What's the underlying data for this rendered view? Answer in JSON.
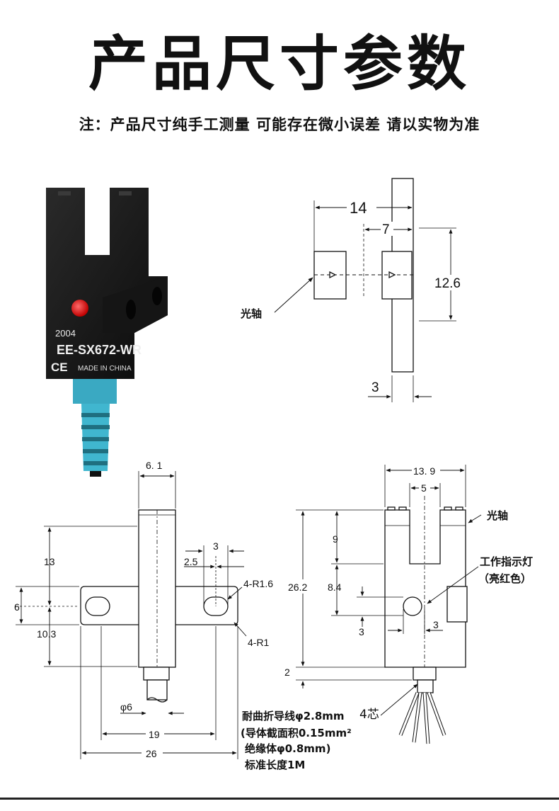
{
  "title": "产品尺寸参数",
  "note": "注：产品尺寸纯手工测量 可能存在微小误差 请以实物为准",
  "photo": {
    "model": "EE-SX672-WR",
    "code": "2004",
    "made_in": "MADE IN CHINA",
    "ce": "CE"
  },
  "side_view": {
    "dim_14": "14",
    "dim_7": "7",
    "dim_12_6": "12.6",
    "dim_3": "3",
    "axis_label": "光轴"
  },
  "front_view": {
    "dim_6_1": "6. 1",
    "dim_13": "13",
    "dim_6": "6",
    "dim_10_3": "10.3",
    "dim_3": "3",
    "dim_2_5": "2.5",
    "r16": "4-R1.6",
    "r1": "4-R1",
    "phi6": "φ6",
    "dim_19": "19",
    "dim_26": "26"
  },
  "right_view": {
    "dim_13_9": "13. 9",
    "dim_5": "5",
    "axis_label": "光轴",
    "dim_9": "9",
    "dim_26_2": "26.2",
    "dim_8_4": "8.4",
    "dim_3a": "3",
    "dim_3b": "3",
    "dim_2": "2",
    "indicator_label": "工作指示灯",
    "indicator_color": "（亮红色）",
    "cable_line1": "耐曲折导线φ2.8mm",
    "cable_cores": "4芯",
    "cable_line2": "(导体截面积0.15mm²",
    "cable_line3": "绝缘体φ0.8mm)",
    "cable_line4": "标准长度1M"
  }
}
